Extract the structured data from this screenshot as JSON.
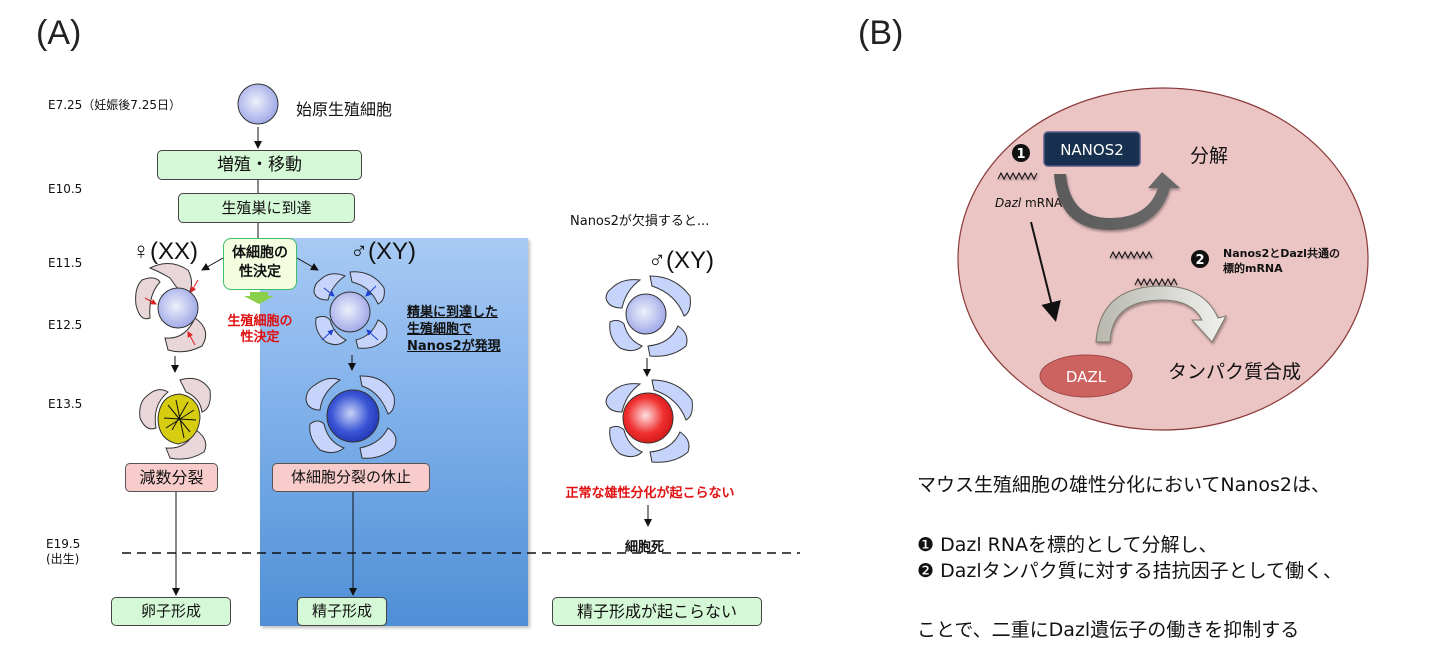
{
  "panel_a": {
    "label": "(A)",
    "stages": {
      "e725": "E7.25（妊娠後7.25日）",
      "e105": "E10.5",
      "e115": "E11.5",
      "e125": "E12.5",
      "e135": "E13.5",
      "e195_line1": "E19.5",
      "e195_line2": "(出生)"
    },
    "primordial_germ_cell": "始原生殖細胞",
    "proliferation_migration": "増殖・移動",
    "reach_gonad": "生殖巣に到達",
    "somatic_sex_line1": "体細胞の",
    "somatic_sex_line2": "性決定",
    "germ_sex_line1": "生殖細胞の",
    "germ_sex_line2": "性決定",
    "female_label": "♀(XX)",
    "male_label": "♂(XY)",
    "male_note": [
      "精巣に到達した",
      "生殖細胞で",
      "Nanos2が発現"
    ],
    "meiosis": "減数分裂",
    "mitotic_arrest": "体細胞分裂の休止",
    "oogenesis": "卵子形成",
    "spermatogenesis": "精子形成",
    "knockout": {
      "title": "Nanos2が欠損すると...",
      "male_label": "♂(XY)",
      "abnormal": "正常な雄性分化が起こらない",
      "cell_death": "細胞死",
      "no_spermatogenesis": "精子形成が起こらない"
    },
    "colors": {
      "green_box": "#d5f8d6",
      "pink_box": "#f9cccc",
      "blue_region_top": "#a8caf4",
      "blue_region_bottom": "#4f8fd6",
      "female_somatic": "#e8d6d9",
      "male_somatic": "#c6d3fb",
      "pgc": "#a9b2ea",
      "meiotic_cell": "#d6cc10",
      "arrested_cell": "#2f4bd0",
      "dying_cell": "#ee2a2a",
      "red_text": "#e01010"
    }
  },
  "panel_b": {
    "label": "(B)",
    "step1_marker": "❶",
    "step2_marker": "❷",
    "nanos2": "NANOS2",
    "dazl_mrna_italic": "Dazl",
    "dazl_mrna_suffix": " mRNA",
    "degradation": "分解",
    "common_target_line1": "Nanos2とDazl共通の",
    "common_target_line2": "標的mRNA",
    "dazl": "DAZL",
    "protein_synthesis": "タンパク質合成",
    "colors": {
      "cell_fill": "#ebc4c4",
      "cell_stroke": "#8b3a3a",
      "nanos2_box": "#17304f",
      "dazl_ellipse": "#cd6361"
    }
  },
  "summary": {
    "line1": "マウス生殖細胞の雄性分化においてNanos2は、",
    "line2": "❶ Dazl RNAを標的として分解し、",
    "line3": "❷ Dazlタンパク質に対する拮抗因子として働く、",
    "line4": "ことで、二重にDazl遺伝子の働きを抑制する"
  }
}
